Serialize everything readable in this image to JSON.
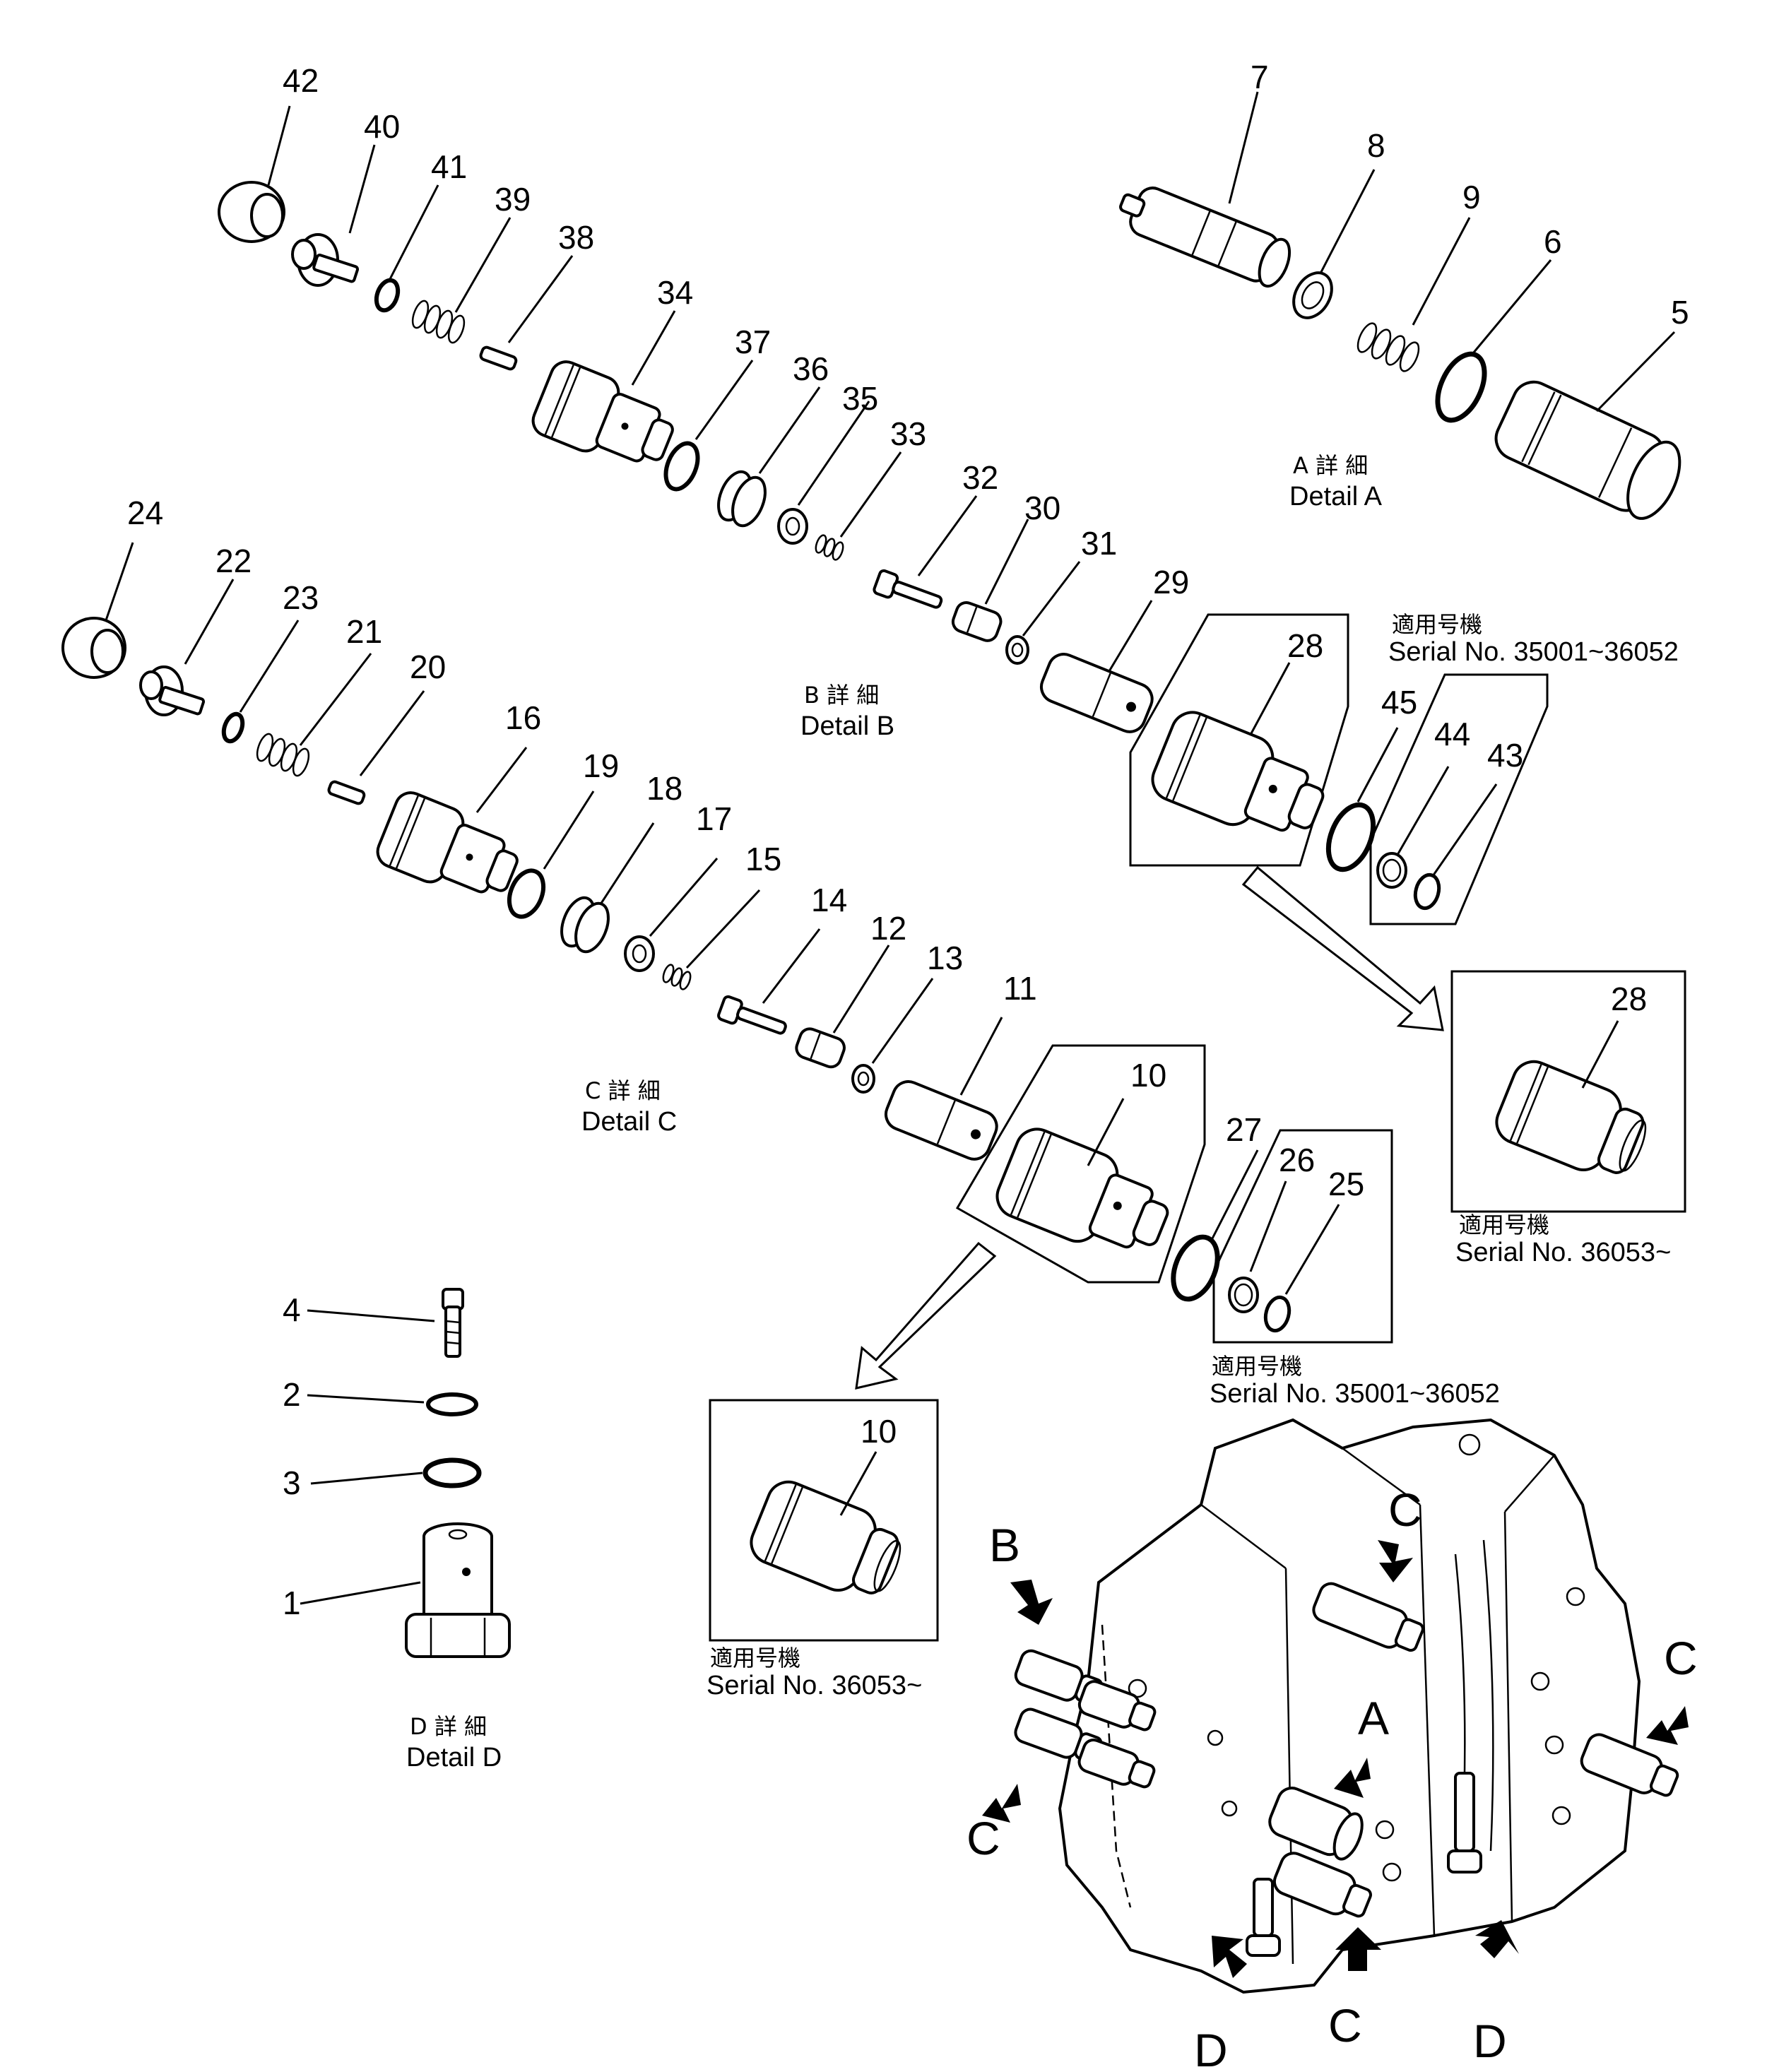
{
  "part_numbers": {
    "p1": "1",
    "p2": "2",
    "p3": "3",
    "p4": "4",
    "p5": "5",
    "p6": "6",
    "p7": "7",
    "p8": "8",
    "p9": "9",
    "p10": "10",
    "p10b": "10",
    "p11": "11",
    "p12": "12",
    "p13": "13",
    "p14": "14",
    "p15": "15",
    "p16": "16",
    "p17": "17",
    "p18": "18",
    "p19": "19",
    "p20": "20",
    "p21": "21",
    "p22": "22",
    "p23": "23",
    "p24": "24",
    "p25": "25",
    "p26": "26",
    "p27": "27",
    "p28": "28",
    "p28b": "28",
    "p29": "29",
    "p30": "30",
    "p31": "31",
    "p32": "32",
    "p33": "33",
    "p34": "34",
    "p35": "35",
    "p36": "36",
    "p37": "37",
    "p38": "38",
    "p39": "39",
    "p40": "40",
    "p41": "41",
    "p42": "42",
    "p43": "43",
    "p44": "44",
    "p45": "45"
  },
  "details": {
    "a_jp": "A 詳 細",
    "a_en": "Detail A",
    "b_jp": "B 詳 細",
    "b_en": "Detail B",
    "c_jp": "C 詳 細",
    "c_en": "Detail C",
    "d_jp": "D 詳 細",
    "d_en": "Detail D"
  },
  "serials": {
    "applicable_jp": "適用号機",
    "s1": "Serial  No.  35001~36052",
    "s2": "Serial  No.  36053~",
    "s3": "Serial  No.  35001~36052",
    "s4": "Serial  No.  36053~"
  },
  "location_markers": {
    "b": "B",
    "c_top": "C",
    "c_right": "C",
    "a": "A",
    "c_left": "C",
    "d_left": "D",
    "c_bottom": "C",
    "d_right": "D"
  }
}
